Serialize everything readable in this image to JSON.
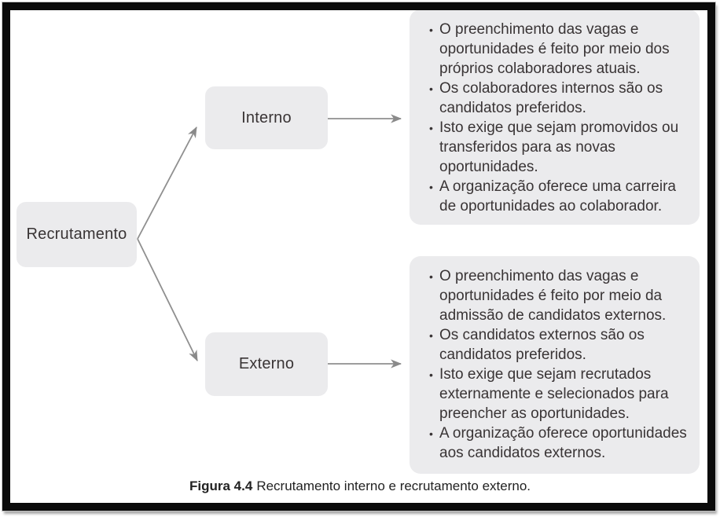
{
  "diagram": {
    "root": {
      "label": "Recrutamento"
    },
    "branches": [
      {
        "label": "Interno",
        "points": [
          "O preenchimento das vagas e oportunidades é feito por meio dos próprios colaboradores atuais.",
          "Os colaboradores internos são os candidatos preferidos.",
          "Isto exige que sejam promovidos ou transferidos para as novas oportunidades.",
          "A organização oferece uma carreira de oportunidades ao colaborador."
        ]
      },
      {
        "label": "Externo",
        "points": [
          "O preenchimento das vagas e oportunidades é feito por meio da admissão de candidatos externos.",
          "Os candidatos externos são os candidatos preferidos.",
          "Isto exige que sejam recrutados externamente e selecionados para preencher as oportunidades.",
          "A organização oferece oportunidades aos candidatos externos."
        ]
      }
    ],
    "caption": {
      "label": "Figura 4.4",
      "text": "Recrutamento interno e recrutamento externo."
    },
    "colors": {
      "box_fill": "#ebebed",
      "arrow": "#8f8f8f",
      "text": "#393435",
      "frame_border": "#0b0b0b"
    }
  }
}
